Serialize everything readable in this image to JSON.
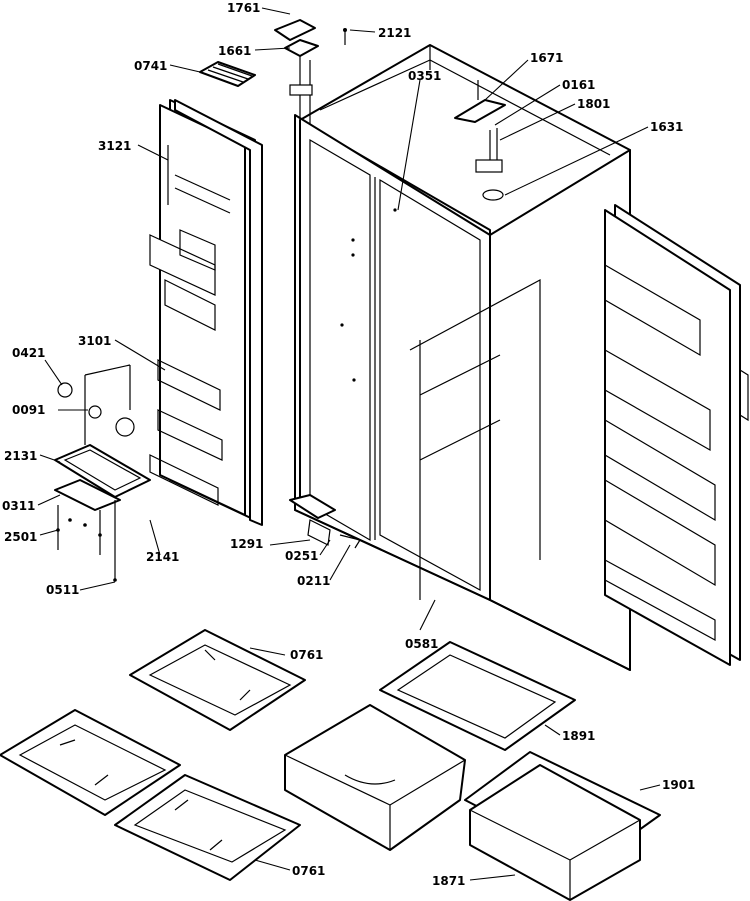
{
  "labels": {
    "p1761": "1761",
    "p2121": "2121",
    "p1661": "1661",
    "p0741": "0741",
    "p1671": "1671",
    "p0161": "0161",
    "p1801": "1801",
    "p1631": "1631",
    "p0351": "0351",
    "p3121": "3121",
    "p3101": "3101",
    "p0421": "0421",
    "p0091": "0091",
    "p2131": "2131",
    "p0311": "0311",
    "p2501": "2501",
    "p2141": "2141",
    "p0511": "0511",
    "p1291": "1291",
    "p0251": "0251",
    "p0211": "0211",
    "p0581": "0581",
    "p0761a": "0761",
    "p0761b": "0761",
    "p1891": "1891",
    "p1901": "1901",
    "p1871": "1871"
  }
}
